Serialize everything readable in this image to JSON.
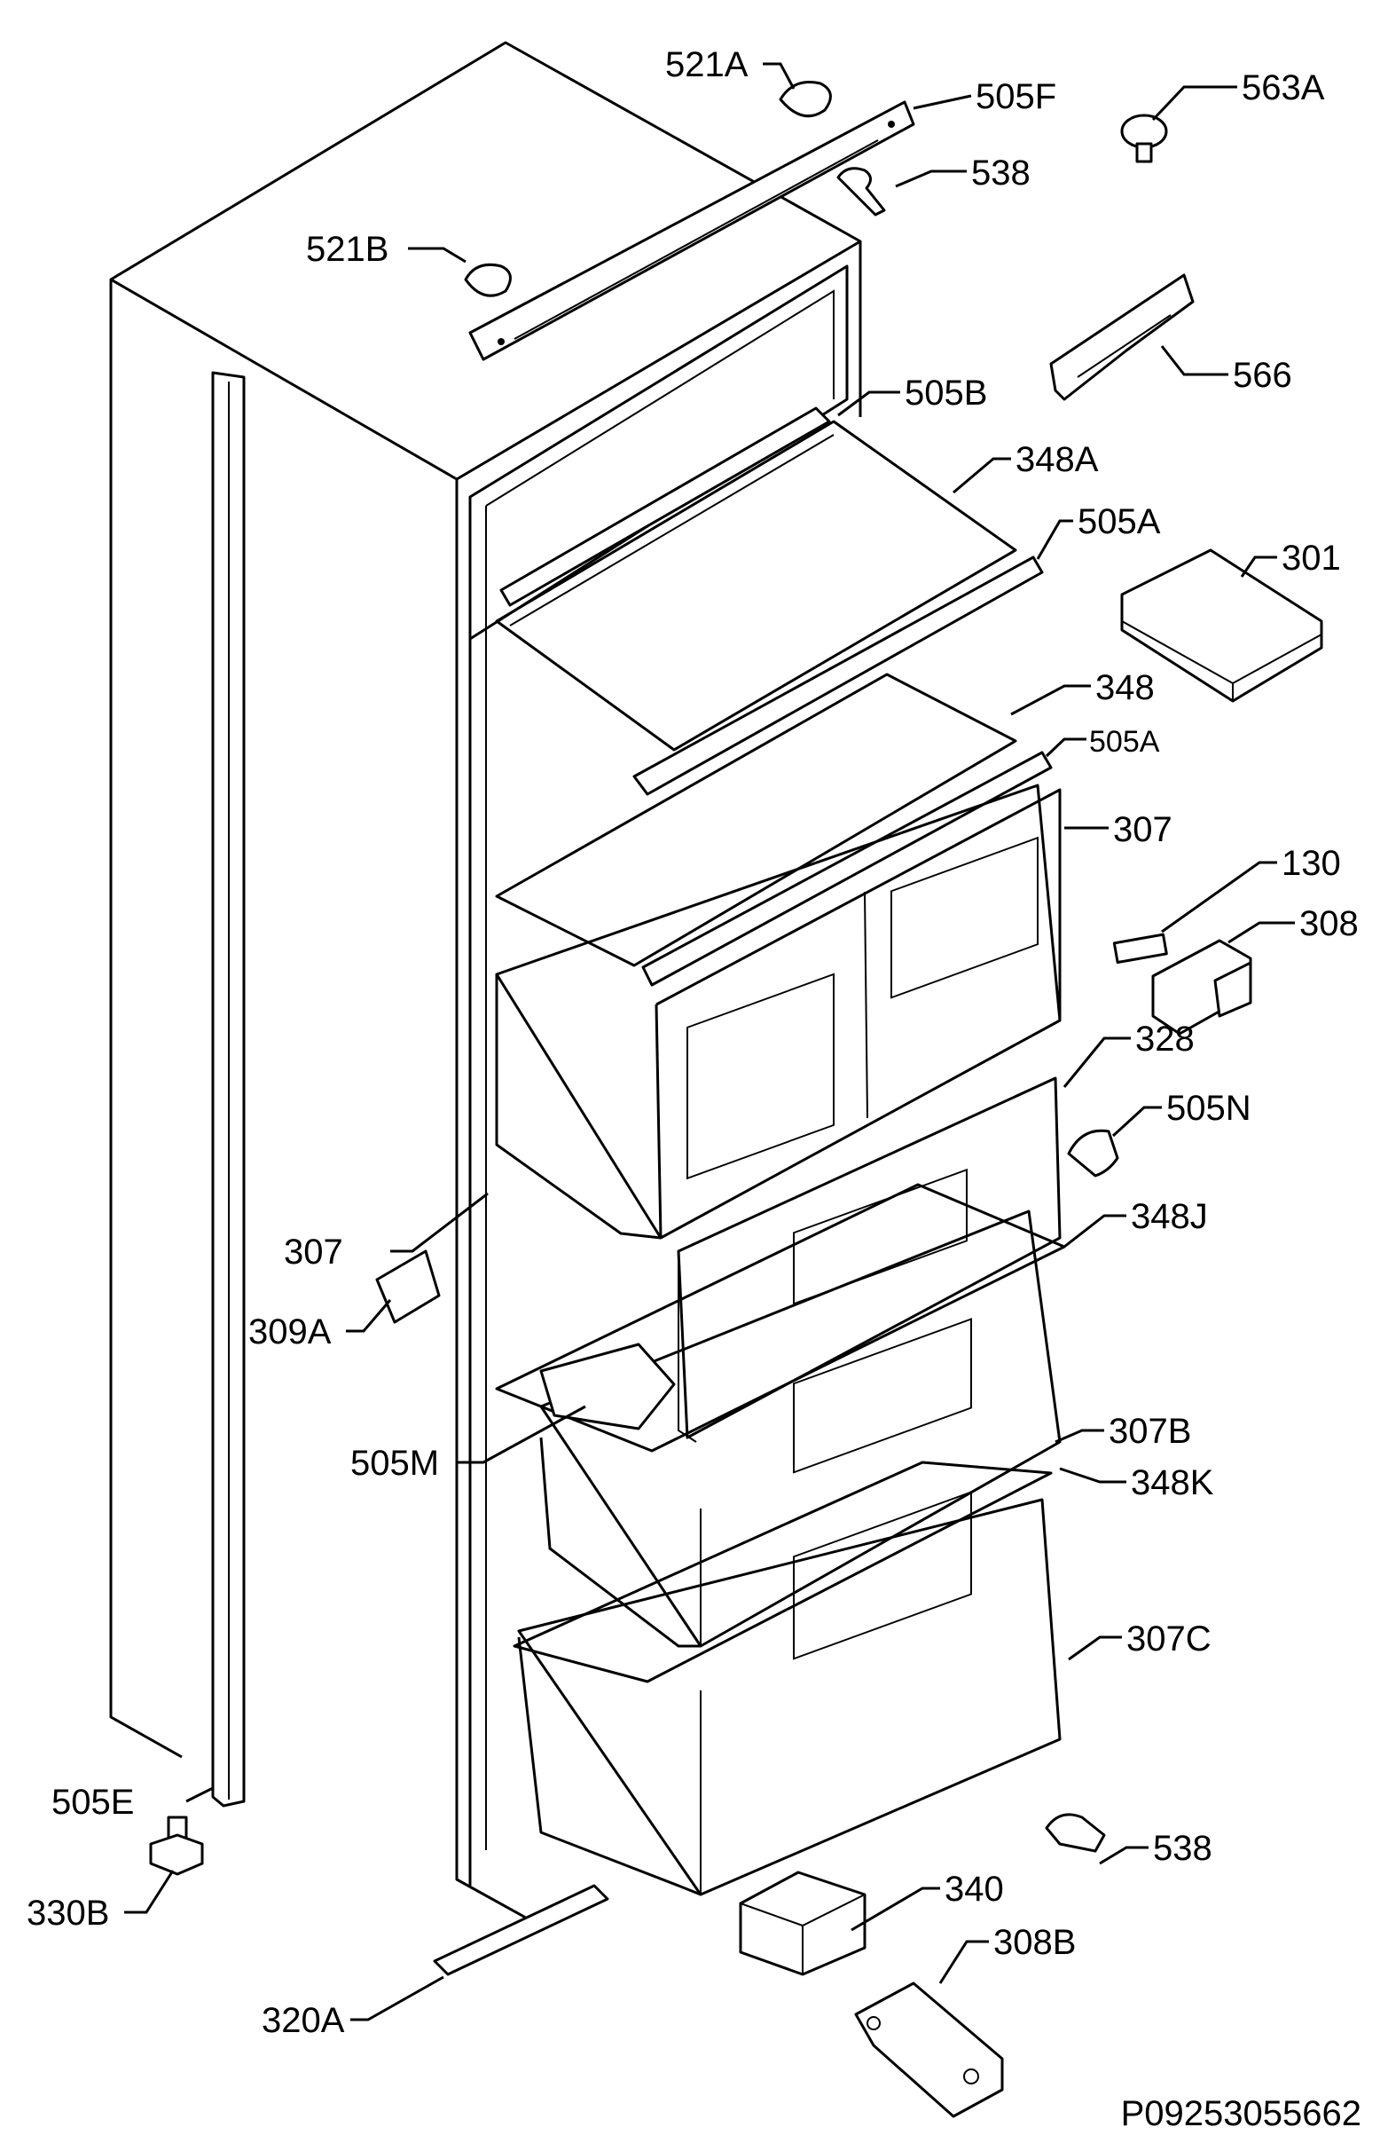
{
  "diagram": {
    "drawing_number": "P09253055662",
    "labels": [
      {
        "id": "l521a",
        "text": "521A"
      },
      {
        "id": "l505f",
        "text": "505F"
      },
      {
        "id": "l563a",
        "text": "563A"
      },
      {
        "id": "l538a",
        "text": "538"
      },
      {
        "id": "l521b",
        "text": "521B"
      },
      {
        "id": "l566",
        "text": "566"
      },
      {
        "id": "l505b",
        "text": "505B"
      },
      {
        "id": "l348a",
        "text": "348A"
      },
      {
        "id": "l505a1",
        "text": "505A"
      },
      {
        "id": "l301",
        "text": "301"
      },
      {
        "id": "l348",
        "text": "348"
      },
      {
        "id": "l505a2",
        "text": "505A"
      },
      {
        "id": "l307a",
        "text": "307"
      },
      {
        "id": "l130",
        "text": "130"
      },
      {
        "id": "l308",
        "text": "308"
      },
      {
        "id": "l328",
        "text": "328"
      },
      {
        "id": "l505n",
        "text": "505N"
      },
      {
        "id": "l307b",
        "text": "307"
      },
      {
        "id": "l348j",
        "text": "348J"
      },
      {
        "id": "l309a",
        "text": "309A"
      },
      {
        "id": "l307bb",
        "text": "307B"
      },
      {
        "id": "l505m",
        "text": "505M"
      },
      {
        "id": "l348k",
        "text": "348K"
      },
      {
        "id": "l307c",
        "text": "307C"
      },
      {
        "id": "l505e",
        "text": "505E"
      },
      {
        "id": "l538b",
        "text": "538"
      },
      {
        "id": "l330b",
        "text": "330B"
      },
      {
        "id": "l340",
        "text": "340"
      },
      {
        "id": "l308b",
        "text": "308B"
      },
      {
        "id": "l320a",
        "text": "320A"
      }
    ]
  }
}
